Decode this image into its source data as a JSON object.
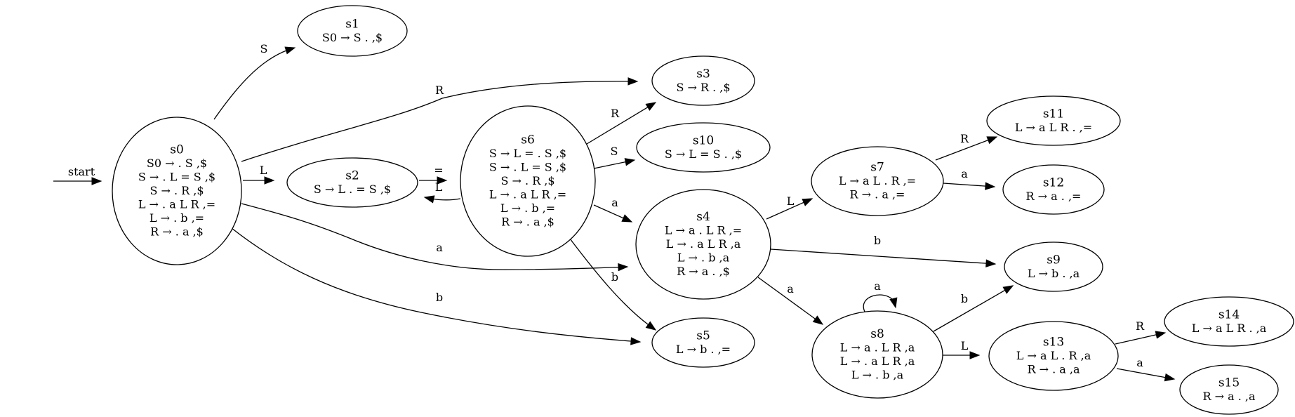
{
  "start_label": "start",
  "states": [
    {
      "id": "s0",
      "lines": [
        "S0 → . S ,$",
        "S → . L = S ,$",
        "S → . R ,$",
        "L → . a L R ,=",
        "L → . b ,=",
        "R → . a ,$"
      ]
    },
    {
      "id": "s1",
      "lines": [
        "S0 → S . ,$"
      ]
    },
    {
      "id": "s2",
      "lines": [
        "S → L . = S ,$"
      ]
    },
    {
      "id": "s3",
      "lines": [
        "S → R . ,$"
      ]
    },
    {
      "id": "s4",
      "lines": [
        "L → a . L R ,=",
        "L → . a L R ,a",
        "L → . b ,a",
        "R → a . ,$"
      ]
    },
    {
      "id": "s5",
      "lines": [
        "L → b . ,="
      ]
    },
    {
      "id": "s6",
      "lines": [
        "S → L = . S ,$",
        "S → . L = S ,$",
        "S → . R ,$",
        "L → . a L R ,=",
        "L → . b ,=",
        "R → . a ,$"
      ]
    },
    {
      "id": "s7",
      "lines": [
        "L → a L . R ,=",
        "R → . a ,="
      ]
    },
    {
      "id": "s8",
      "lines": [
        "L → a . L R ,a",
        "L → . a L R ,a",
        "L → . b ,a"
      ]
    },
    {
      "id": "s9",
      "lines": [
        "L → b . ,a"
      ]
    },
    {
      "id": "s10",
      "lines": [
        "S → L = S . ,$"
      ]
    },
    {
      "id": "s11",
      "lines": [
        "L → a L R . ,="
      ]
    },
    {
      "id": "s12",
      "lines": [
        "R → a . ,="
      ]
    },
    {
      "id": "s13",
      "lines": [
        "L → a L . R ,a",
        "R → . a ,a"
      ]
    },
    {
      "id": "s14",
      "lines": [
        "L → a L R . ,a"
      ]
    },
    {
      "id": "s15",
      "lines": [
        "R → a . ,a"
      ]
    }
  ],
  "transitions": [
    {
      "from": "s0",
      "to": "s1",
      "label": "S"
    },
    {
      "from": "s0",
      "to": "s3",
      "label": "R"
    },
    {
      "from": "s0",
      "to": "s2",
      "label": "L"
    },
    {
      "from": "s0",
      "to": "s4",
      "label": "a"
    },
    {
      "from": "s0",
      "to": "s5",
      "label": "b"
    },
    {
      "from": "s2",
      "to": "s6",
      "label": "="
    },
    {
      "from": "s6",
      "to": "s2",
      "label": "L"
    },
    {
      "from": "s6",
      "to": "s3",
      "label": "R"
    },
    {
      "from": "s6",
      "to": "s10",
      "label": "S"
    },
    {
      "from": "s6",
      "to": "s4",
      "label": "a"
    },
    {
      "from": "s6",
      "to": "s5",
      "label": "b"
    },
    {
      "from": "s4",
      "to": "s7",
      "label": "L"
    },
    {
      "from": "s4",
      "to": "s9",
      "label": "b"
    },
    {
      "from": "s4",
      "to": "s8",
      "label": "a"
    },
    {
      "from": "s7",
      "to": "s11",
      "label": "R"
    },
    {
      "from": "s7",
      "to": "s12",
      "label": "a"
    },
    {
      "from": "s8",
      "to": "s8",
      "label": "a"
    },
    {
      "from": "s8",
      "to": "s9",
      "label": "b"
    },
    {
      "from": "s8",
      "to": "s13",
      "label": "L"
    },
    {
      "from": "s13",
      "to": "s14",
      "label": "R"
    },
    {
      "from": "s13",
      "to": "s15",
      "label": "a"
    }
  ]
}
